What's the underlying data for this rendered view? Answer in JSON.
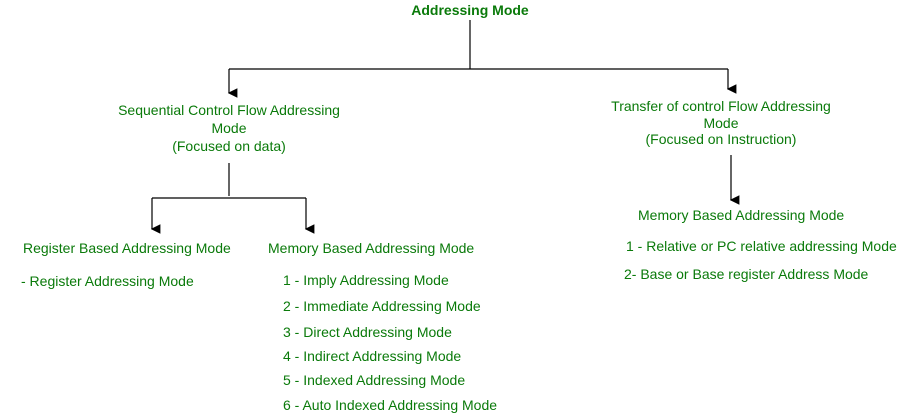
{
  "root": {
    "title": "Addressing Mode"
  },
  "left_branch": {
    "title_line1": "Sequential Control Flow Addressing",
    "title_line2": "Mode",
    "title_line3": "(Focused on data)",
    "register_based": {
      "title": "Register Based Addressing Mode",
      "items": [
        "- Register Addressing Mode"
      ]
    },
    "memory_based": {
      "title": "Memory Based Addressing Mode",
      "items": [
        "1 - Imply Addressing Mode",
        "2 - Immediate  Addressing Mode",
        "3 - Direct  Addressing Mode",
        "4 - Indirect Addressing Mode",
        "5 - Indexed Addressing Mode",
        "6 - Auto Indexed Addressing Mode"
      ]
    }
  },
  "right_branch": {
    "title_line1": "Transfer of control Flow Addressing",
    "title_line2": "Mode",
    "title_line3": "(Focused on Instruction)",
    "memory_based": {
      "title": "Memory Based Addressing Mode",
      "items": [
        "1 - Relative or PC relative addressing Mode",
        "2- Base or Base register Address Mode"
      ]
    }
  },
  "colors": {
    "text": "#0a7a0a",
    "lines": "#000000"
  }
}
